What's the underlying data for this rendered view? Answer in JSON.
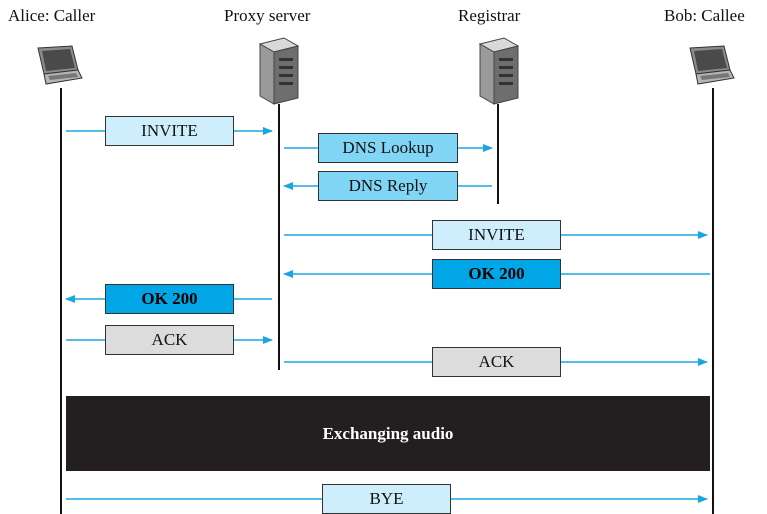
{
  "actors": {
    "alice": "Alice: Caller",
    "proxy": "Proxy server",
    "registrar": "Registrar",
    "bob": "Bob: Callee"
  },
  "messages": {
    "invite_1": "INVITE",
    "dns_lookup": "DNS Lookup",
    "dns_reply": "DNS Reply",
    "invite_2": "INVITE",
    "ok_1": "OK 200",
    "ok_2": "OK 200",
    "ack_1": "ACK",
    "ack_2": "ACK",
    "bye": "BYE"
  },
  "audio_band": "Exchanging audio",
  "colors": {
    "arrow": "#1aa6e0",
    "invite_box": "#cfeefb",
    "dns_box": "#80d6f4",
    "ok_box": "#00a6e6",
    "ack_box": "#dcdcdc",
    "audio_band": "#231f20"
  },
  "icons": {
    "alice": "laptop-icon",
    "proxy": "server-tower-icon",
    "registrar": "server-tower-icon",
    "bob": "laptop-icon"
  }
}
